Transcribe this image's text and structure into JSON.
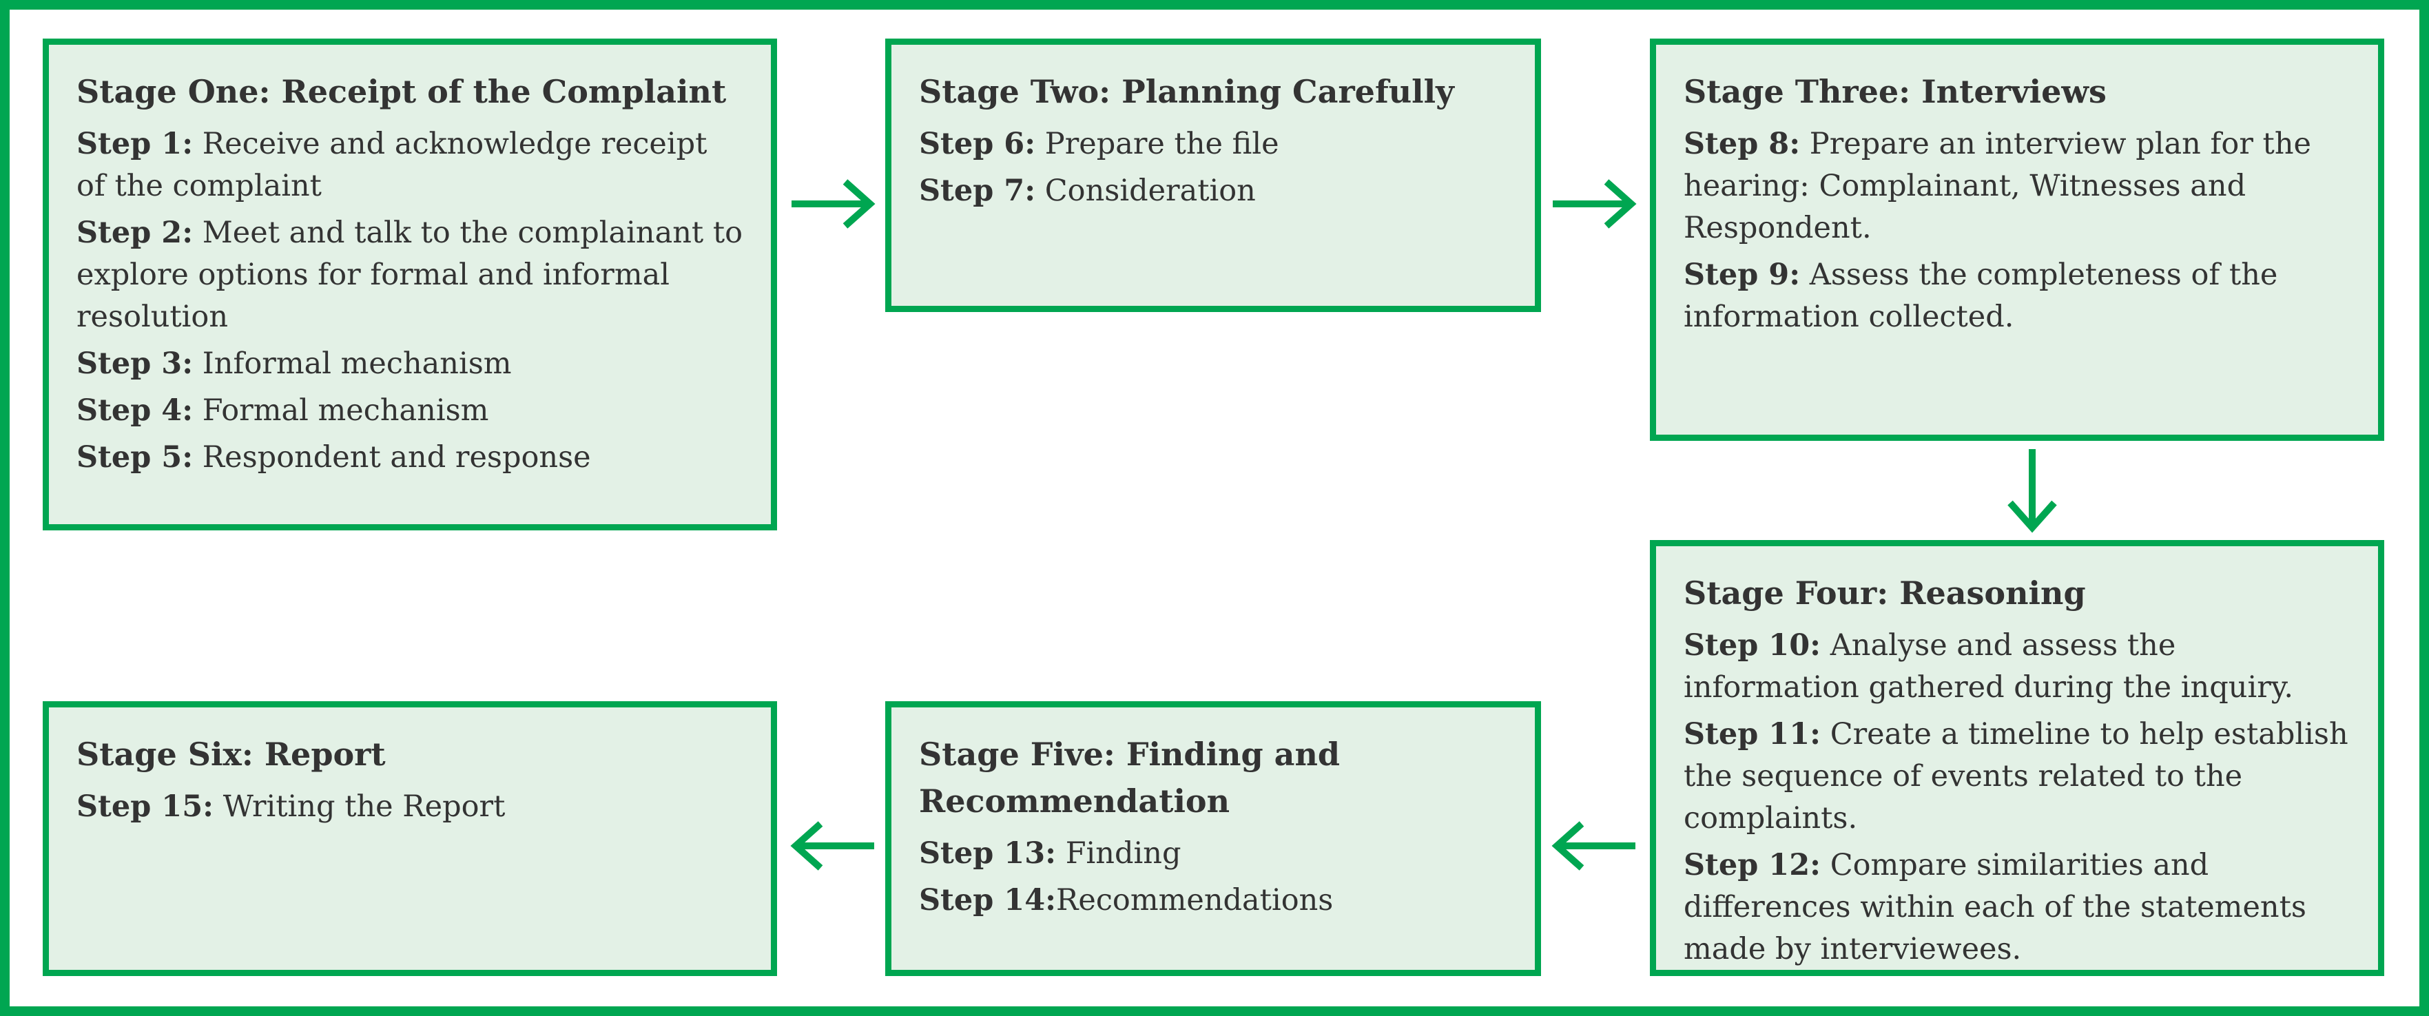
{
  "colors": {
    "accent": "#00a651",
    "box_fill": "#e3f1e6",
    "text": "#333333"
  },
  "stages": {
    "one": {
      "title": "Stage One: Receipt of the Complaint",
      "steps": [
        {
          "label": "Step 1:",
          "text": " Receive and acknowledge receipt of the complaint"
        },
        {
          "label": "Step 2:",
          "text": " Meet and talk to the complainant to explore options for formal and informal resolution"
        },
        {
          "label": "Step 3:",
          "text": " Informal mechanism"
        },
        {
          "label": "Step 4:",
          "text": " Formal mechanism"
        },
        {
          "label": "Step 5:",
          "text": " Respondent and response"
        }
      ]
    },
    "two": {
      "title": "Stage Two: Planning Carefully",
      "steps": [
        {
          "label": "Step 6:",
          "text": " Prepare the file"
        },
        {
          "label": "Step 7:",
          "text": " Consideration"
        }
      ]
    },
    "three": {
      "title": "Stage Three: Interviews",
      "steps": [
        {
          "label": "Step 8:",
          "text": " Prepare an interview plan for the hearing: Complainant, Witnesses and Respondent."
        },
        {
          "label": "Step 9:",
          "text": " Assess the completeness of the information collected."
        }
      ]
    },
    "four": {
      "title": "Stage Four: Reasoning",
      "steps": [
        {
          "label": "Step 10:",
          "text": " Analyse and assess the information gathered during the inquiry."
        },
        {
          "label": "Step 11:",
          "text": " Create a timeline to help establish the sequence of events related to the complaints."
        },
        {
          "label": "Step 12:",
          "text": " Compare similarities and differences within each of the statements made by interviewees."
        }
      ]
    },
    "five": {
      "title": "Stage Five: Finding and Recommendation",
      "steps": [
        {
          "label": "Step 13:",
          "text": " Finding"
        },
        {
          "label": "Step 14:",
          "text": "Recommendations"
        }
      ]
    },
    "six": {
      "title": "Stage Six: Report",
      "steps": [
        {
          "label": "Step 15:",
          "text": " Writing the Report"
        }
      ]
    }
  },
  "arrows": [
    {
      "icon": "arrow-right-icon"
    },
    {
      "icon": "arrow-right-icon"
    },
    {
      "icon": "arrow-down-icon"
    },
    {
      "icon": "arrow-left-icon"
    },
    {
      "icon": "arrow-left-icon"
    }
  ]
}
